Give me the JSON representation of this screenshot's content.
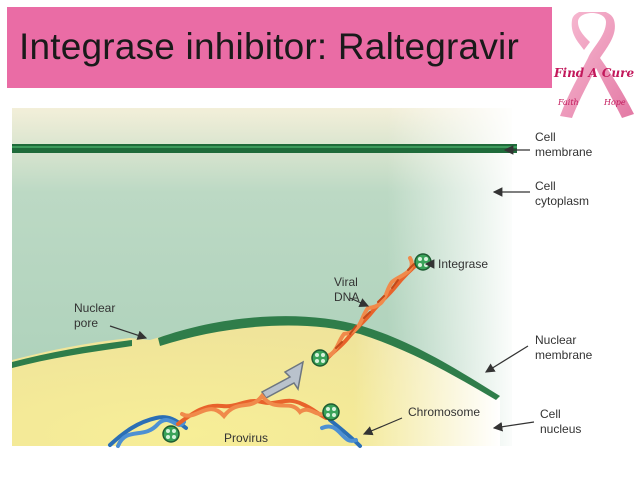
{
  "slide": {
    "title": "Integrase inhibitor: Raltegravir"
  },
  "logo": {
    "icon": "pink-ribbon-icon",
    "text_main": "Find A Cure",
    "text_left": "Faith",
    "text_right": "Hope"
  },
  "diagram": {
    "labels": {
      "cell_membrane": [
        "Cell",
        "membrane"
      ],
      "cell_cytoplasm": [
        "Cell",
        "cytoplasm"
      ],
      "integrase": "Integrase",
      "viral_dna": [
        "Viral",
        "DNA"
      ],
      "nuclear_pore": [
        "Nuclear",
        "pore"
      ],
      "nuclear_membrane": [
        "Nuclear",
        "membrane"
      ],
      "chromosome": "Chromosome",
      "cell_nucleus": [
        "Cell",
        "nucleus"
      ],
      "provirus": "Provirus"
    },
    "colors": {
      "membrane": "#1f6b3a",
      "cytoplasm": "#cfe6d4",
      "nucleus": "#f5ea8a",
      "viral_dna": "#e8632b",
      "chromosome": "#2b6fb5",
      "integrase": "#3aa35a"
    }
  }
}
